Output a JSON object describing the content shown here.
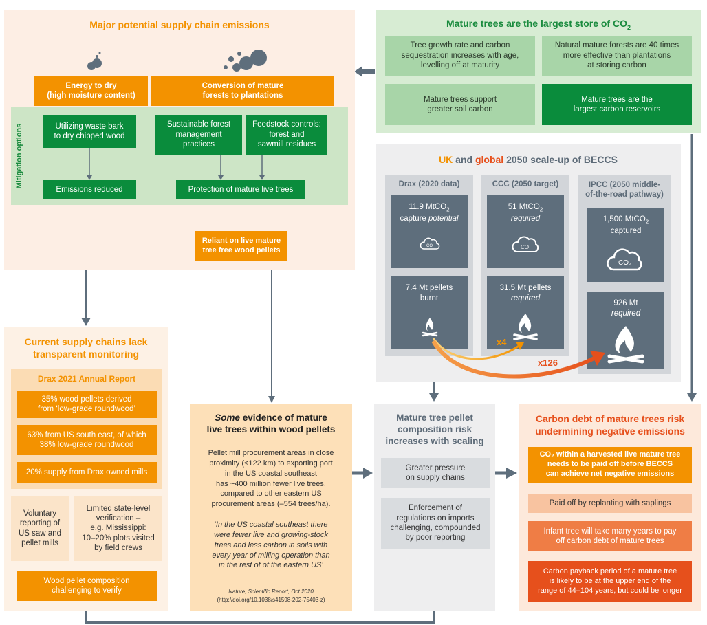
{
  "supply_chain": {
    "title": "Major potential supply chain emissions",
    "energy_to_dry": "Energy to dry\n(high moisture content)",
    "conversion": "Conversion of mature\nforests to plantations",
    "mitigation_label": "Mitigation options",
    "waste_bark": "Utilizing waste bark\nto dry chipped wood",
    "sustainable": "Sustainable forest\nmanagement\npractices",
    "feedstock": "Feedstock controls:\nforest and\nsawmill residues",
    "emissions_reduced": "Emissions reduced",
    "protection": "Protection of mature live trees",
    "reliant": "Reliant on live mature\ntree free wood pellets"
  },
  "mature_trees": {
    "title": "Mature trees are the largest store of CO",
    "title_sub": "2",
    "box1": "Tree growth rate and carbon\nsequestration increases with age,\nlevelling off at maturity",
    "box2": "Natural mature forests are 40 times\nmore effective than plantations\nat storing carbon",
    "box3": "Mature trees support\ngreater soil carbon",
    "box4": "Mature trees are the\nlargest carbon reservoirs"
  },
  "beccs": {
    "title_uk": "UK",
    "title_and": " and ",
    "title_global": "global",
    "title_rest": " 2050 scale-up of BECCS",
    "drax_header": "Drax (2020 data)",
    "ccc_header": "CCC (2050 target)",
    "ipcc_header": "IPCC (2050 middle-\nof-the-road pathway)",
    "drax_capture_value": "11.9 MtCO",
    "drax_capture_label": "capture ",
    "drax_capture_em": "potential",
    "ccc_capture_value": "51 MtCO",
    "ccc_capture_em": "required",
    "ipcc_capture_value": "1,500 MtCO",
    "ipcc_capture_label": "captured",
    "drax_pellets": "7.4 Mt pellets\nburnt",
    "ccc_pellets": "31.5 Mt pellets",
    "ccc_pellets_em": "required",
    "ipcc_pellets": "926 Mt",
    "ipcc_pellets_em": "required",
    "co2_small": "CO",
    "co2_sub": "2",
    "x4": "x4",
    "x126": "x126"
  },
  "transparent": {
    "title": "Current supply chains lack\ntransparent monitoring",
    "report_title": "Drax 2021 Annual Report",
    "r1": "35% wood pellets derived\nfrom ‘low-grade roundwood’",
    "r2": "63% from US south east, of which\n38% low-grade roundwood",
    "r3": "20% supply from Drax owned mills",
    "voluntary": "Voluntary\nreporting of\nUS saw and\npellet mills",
    "limited": "Limited state-level\nverification –\ne.g. Mississippi:\n10–20% plots visited\nby field crews",
    "composition": "Wood pellet composition\nchallenging to verify"
  },
  "evidence": {
    "title_em": "Some",
    "title_rest": " evidence of mature\nlive trees within wood pellets",
    "body": "Pellet mill procurement areas in close\nproximity (<122 km) to exporting port\nin the US coastal southeast\nhas ~400 million fewer live trees,\ncompared to other eastern US\nprocurement areas (–554 trees/ha).",
    "quote": "‘In the US coastal southeast there\nwere fewer live and growing-stock\ntrees and less carbon in soils with\nevery year of milling operation than\nin the rest of of the eastern US’",
    "cite1": "Nature, Scientific Report, Oct 2020",
    "cite2": "(http://doi.org/10.1038/s41598-202-75403-z)"
  },
  "pellet_risk": {
    "title": "Mature tree pellet\ncomposition risk\nincreases with scaling",
    "pressure": "Greater pressure\non supply chains",
    "enforcement": "Enforcement of\nregulations on imports\nchallenging, compounded\nby poor reporting"
  },
  "carbon_debt": {
    "title": "Carbon debt of mature trees risk\nundermining negative emissions",
    "d1": "CO₂ within a harvested live mature tree\nneeds to be paid off before BECCS\ncan achieve net negative emissions",
    "d2": "Paid off by replanting with saplings",
    "d3": "Infant tree will take many years to pay\noff carbon debt of mature trees",
    "d4": "Carbon payback period of a mature tree\nis likely to be at the upper end of the\nrange of 44–104 years, but could be longer"
  },
  "colors": {
    "orange": "#f39200",
    "green": "#0a8c3c",
    "gray": "#5e6e7c",
    "red": "#e6501c"
  }
}
